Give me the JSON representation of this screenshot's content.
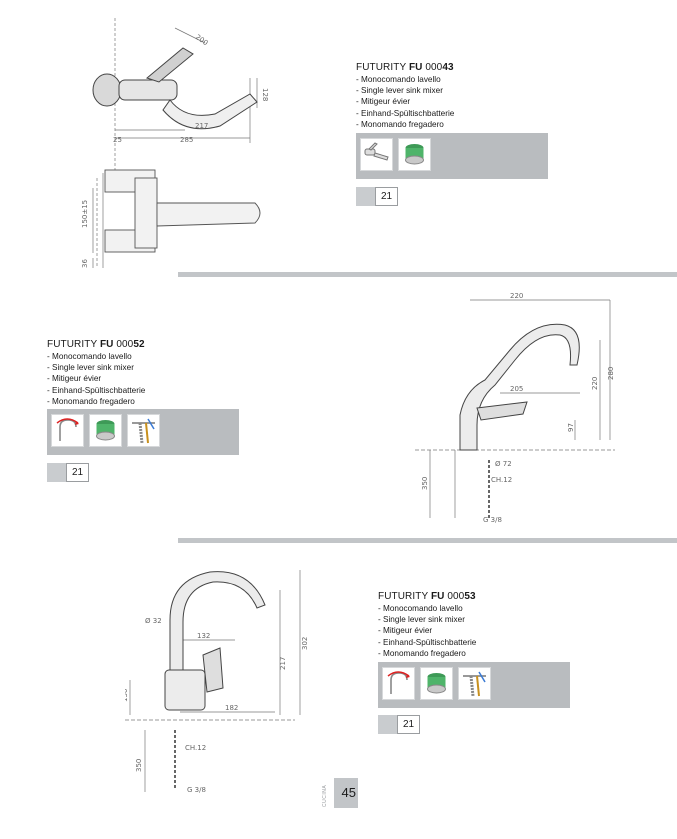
{
  "products": [
    {
      "name_prefix": "FUTURITY ",
      "brand": "FU",
      "code_prefix": " 000",
      "code_suffix": "43",
      "descriptions": [
        "Monocomando lavello",
        "Single lever sink mixer",
        "Mitigeur évier",
        "Einhand-Spültischbatterie",
        "Monomando fregadero"
      ],
      "icons": [
        "wall-mixer-icon",
        "aerator-icon"
      ],
      "page_ref": "21"
    },
    {
      "name_prefix": "FUTURITY ",
      "brand": "FU",
      "code_prefix": " 000",
      "code_suffix": "52",
      "descriptions": [
        "Monocomando lavello",
        "Single lever sink mixer",
        "Mitigeur évier",
        "Einhand-Spültischbatterie",
        "Monomando fregadero"
      ],
      "icons": [
        "swivel-spout-icon",
        "aerator-icon",
        "flexible-hose-icon"
      ],
      "page_ref": "21"
    },
    {
      "name_prefix": "FUTURITY ",
      "brand": "FU",
      "code_prefix": " 000",
      "code_suffix": "53",
      "descriptions": [
        "Monocomando lavello",
        "Single lever sink mixer",
        "Mitigeur évier",
        "Einhand-Spültischbatterie",
        "Monomando fregadero"
      ],
      "icons": [
        "swivel-spout-icon",
        "aerator-icon",
        "flexible-hose-icon"
      ],
      "page_ref": "21"
    }
  ],
  "drawings": {
    "d1": {
      "dims": [
        "200",
        "217",
        "285",
        "25",
        "128",
        "150±15",
        "36"
      ]
    },
    "d2": {
      "dims": [
        "220",
        "205",
        "280",
        "220",
        "97",
        "Ø 72",
        "CH.12",
        "350",
        "G 3/8"
      ]
    },
    "d3": {
      "dims": [
        "132",
        "182",
        "217",
        "302",
        "Ø 32",
        "CH.12",
        "G 3/8",
        "136",
        "350"
      ]
    }
  },
  "footer": {
    "page_number": "45",
    "spine_text": "CUCINA"
  },
  "colors": {
    "panel": "#b9bcbf",
    "divider": "#c2c5c8",
    "swatch": "#c9cccf"
  }
}
